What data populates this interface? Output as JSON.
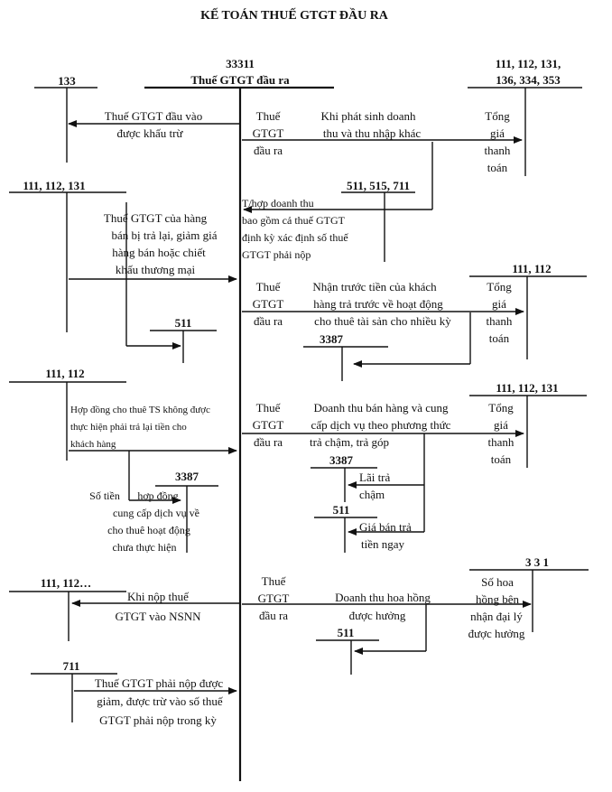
{
  "title": "KẾ TOÁN THUẾ GTGT ĐẦU RA",
  "center_account": {
    "code": "33311",
    "name": "Thuế GTGT đầu ra"
  },
  "accounts": {
    "a133": "133",
    "top_right_1": "111, 112, 131,",
    "top_right_2": "136, 334, 353",
    "left_111_112_131": "111, 112, 131",
    "mid_511_515_711": "511, 515, 711",
    "left_511": "511",
    "right_111_112": "111, 112",
    "mid_3387_a": "3387",
    "left_111_112": "111, 112",
    "right_111_112_131": "111, 112, 131",
    "left_3387": "3387",
    "mid_3387_b": "3387",
    "mid_511_b": "511",
    "left_111_112_dots": "111, 112…",
    "right_331": "3 3 1",
    "mid_511_c": "511",
    "left_711": "711"
  },
  "texts": {
    "s1_left_1": "Thuế GTGT đầu vào",
    "s1_left_2": "được khấu trừ",
    "s1_thue_1": "Thuế",
    "s1_thue_2": "GTGT",
    "s1_thue_3": "đầu ra",
    "s1_mid_1": "Khi phát sinh doanh",
    "s1_mid_2": "thu và thu nhập khác",
    "s1_tong_1": "Tổng",
    "s1_tong_2": "giá",
    "s1_tong_3": "thanh",
    "s1_tong_4": "toán",
    "s2_left_1": "Thuế GTGT của hàng",
    "s2_left_2": "bán bị trả lại, giảm giá",
    "s2_left_3": "hàng bán hoặc chiết",
    "s2_left_4": "khấu thương mại",
    "s2_mid_1": "T/hợp doanh thu",
    "s2_mid_2": "bao gồm cả thuế GTGT",
    "s2_mid_3": "định kỳ xác định số thuế",
    "s2_mid_4": "GTGT phải nộp",
    "s3_thue_1": "Thuế",
    "s3_thue_2": "GTGT",
    "s3_thue_3": "đầu ra",
    "s3_mid_1": "Nhận trước tiền của khách",
    "s3_mid_2": "hàng trả trước về hoạt động",
    "s3_mid_3": "cho thuê tài sản cho nhiều kỳ",
    "s3_tong_1": "Tổng",
    "s3_tong_2": "giá",
    "s3_tong_3": "thanh",
    "s3_tong_4": "toán",
    "s4_left_1": "Hợp đồng cho thuê TS không được",
    "s4_left_2": "thực hiện phải trả lại tiền cho",
    "s4_left_3": "khách hàng",
    "s4_so_1": "Số tiền",
    "s4_so_2": "hợp đồng",
    "s4_so_3": "cung cấp dịch vụ về",
    "s4_so_4": "cho thuê hoạt động",
    "s4_so_5": "chưa thực hiện",
    "s4_thue_1": "Thuế",
    "s4_thue_2": "GTGT",
    "s4_thue_3": "đầu ra",
    "s4_mid_1": "Doanh thu bán hàng và cung",
    "s4_mid_2": "cấp dịch vụ theo phương thức",
    "s4_mid_3": "trả chậm, trả góp",
    "s4_lai_1": "Lãi trả",
    "s4_lai_2": "chậm",
    "s4_gia_1": "Giá bán trả",
    "s4_gia_2": "tiền ngay",
    "s4_tong_1": "Tổng",
    "s4_tong_2": "giá",
    "s4_tong_3": "thanh",
    "s4_tong_4": "toán",
    "s5_left_1": "Khi nộp thuế",
    "s5_left_2": "GTGT vào NSNN",
    "s5_thue_1": "Thuế",
    "s5_thue_2": "GTGT",
    "s5_thue_3": "đầu ra",
    "s5_mid_1": "Doanh thu hoa hồng",
    "s5_mid_2": "được hưởng",
    "s5_right_1": "Số hoa",
    "s5_right_2": "hồng bên",
    "s5_right_3": "nhận đại lý",
    "s5_right_4": "được hưởng",
    "s6_left_1": "Thuế GTGT phải nộp được",
    "s6_left_2": "giảm, được trừ vào số thuế",
    "s6_left_3": "GTGT phải nộp trong kỳ"
  }
}
